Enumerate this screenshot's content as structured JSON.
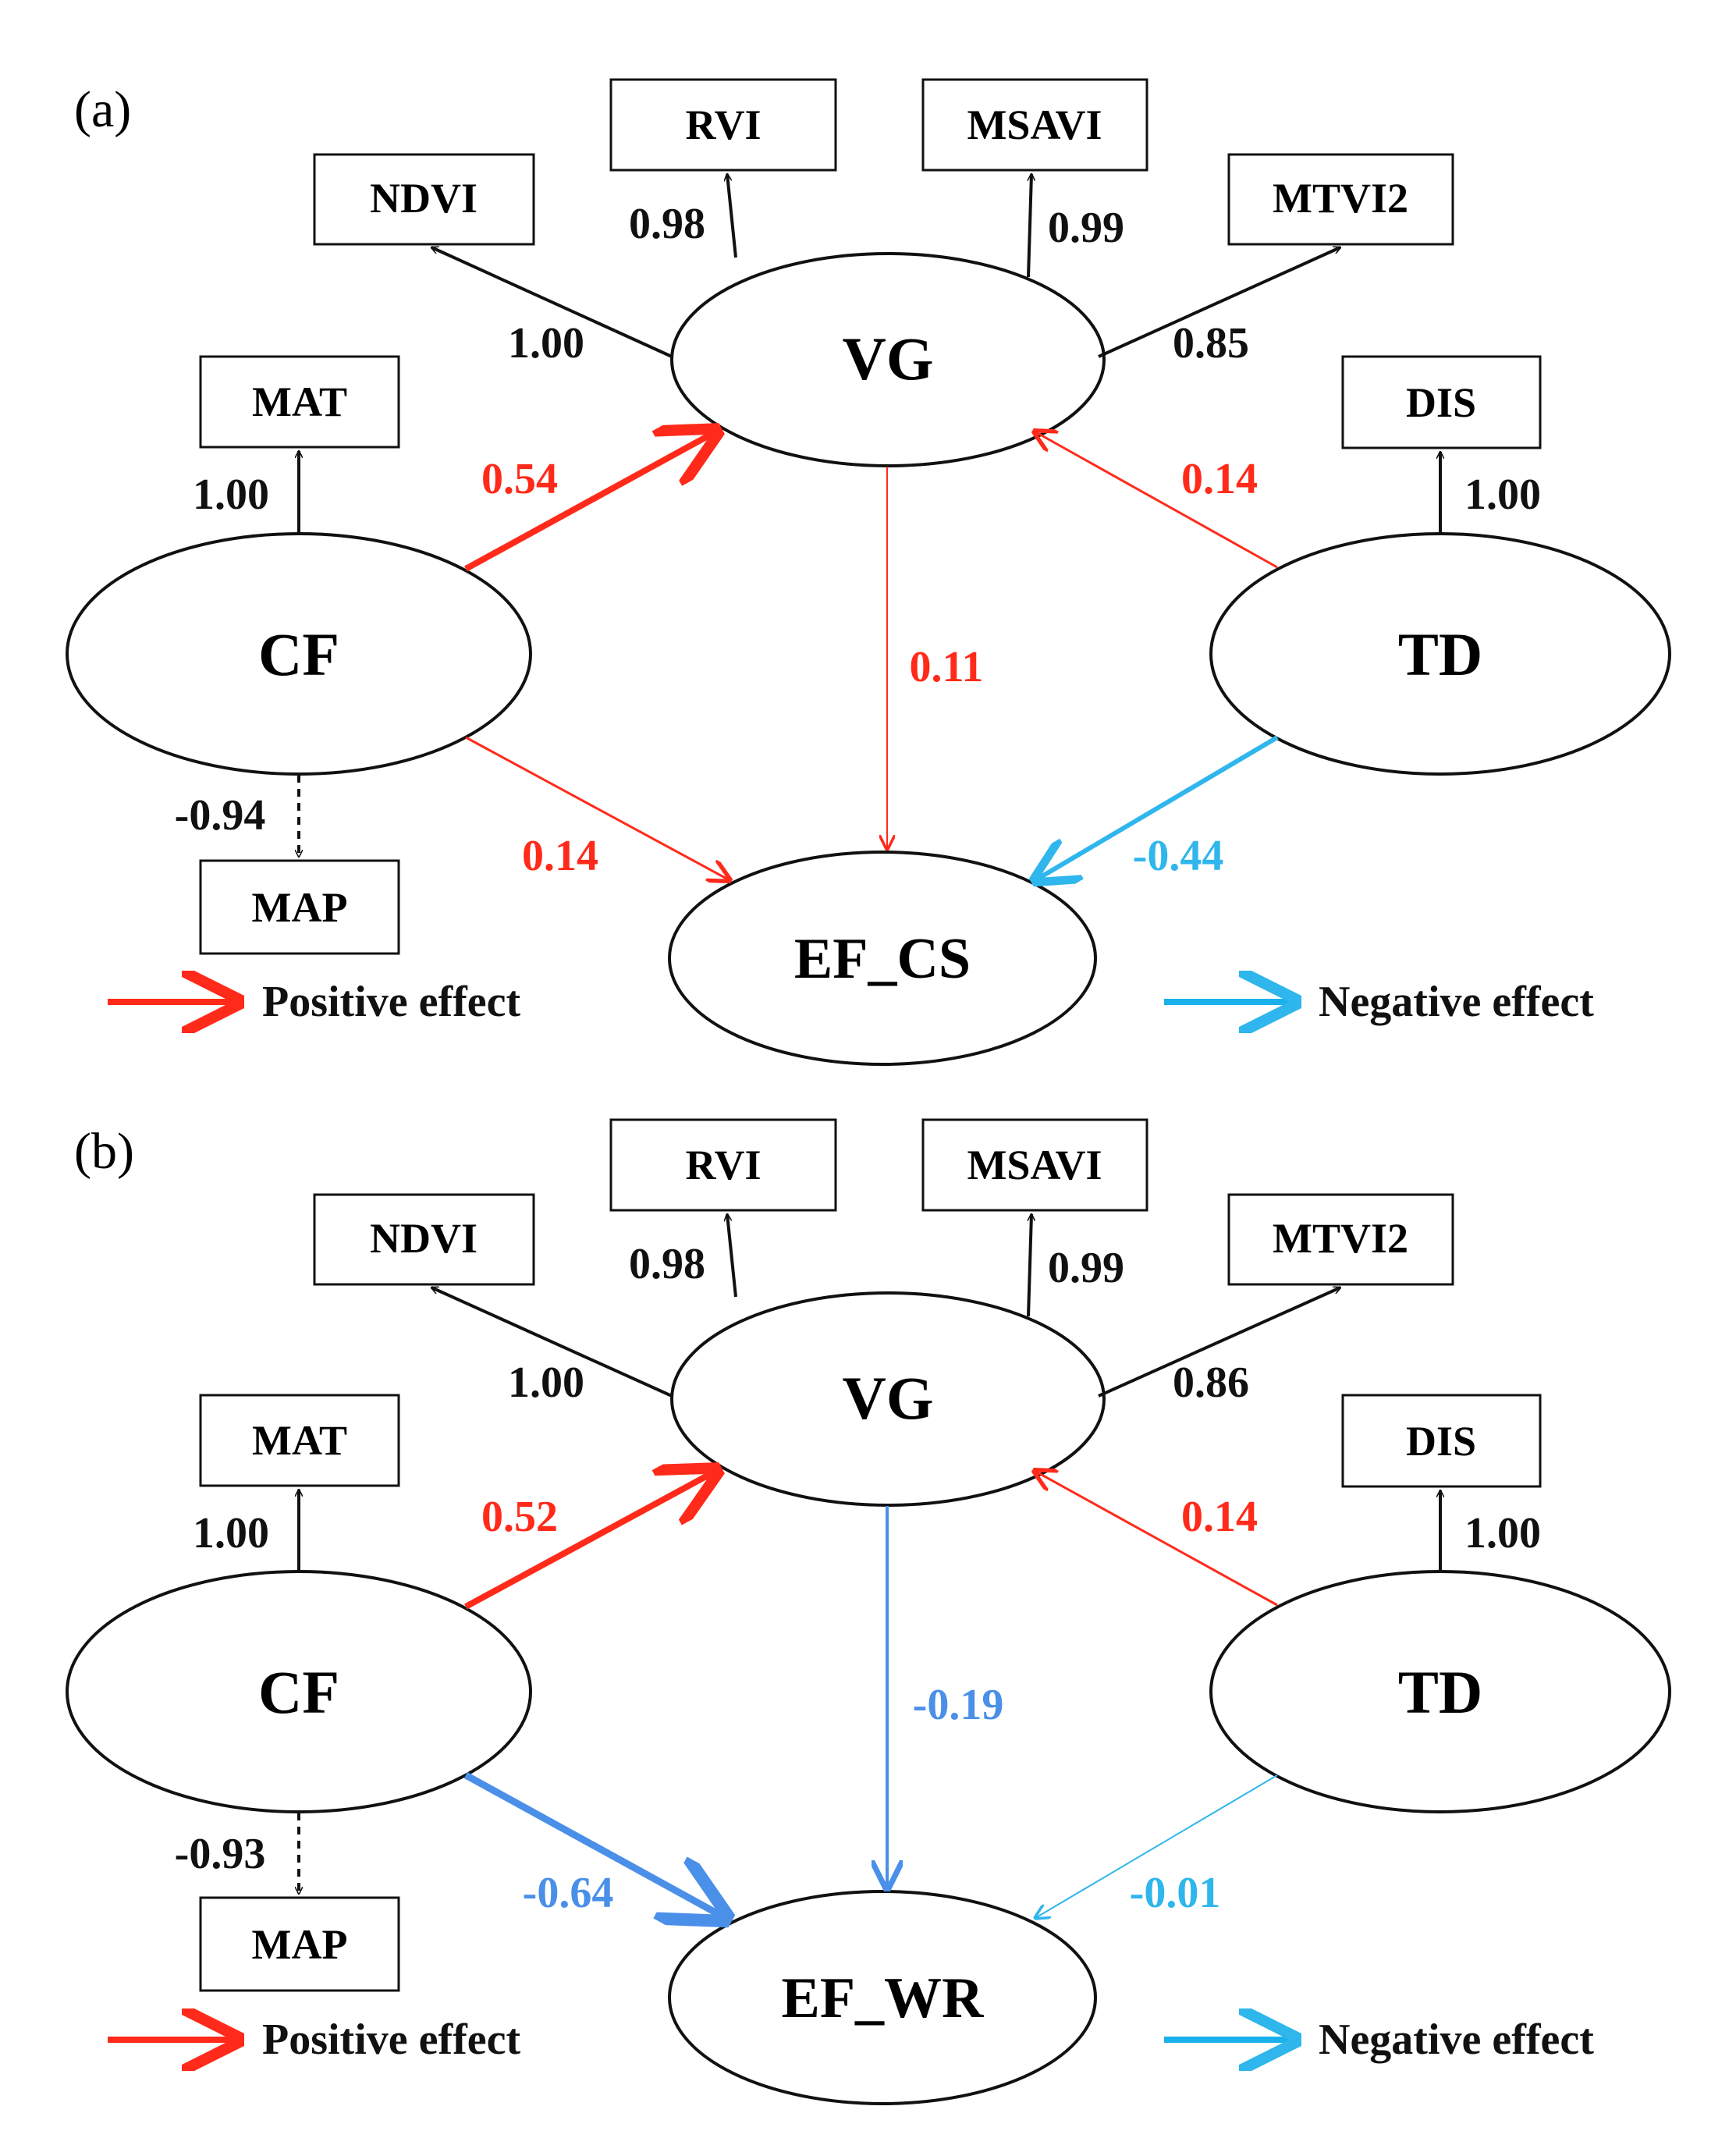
{
  "colors": {
    "black": "#111111",
    "positive": "#ff2a1a",
    "negative_legend": "#1ab0ec",
    "negative": "#4a8fe8",
    "negative_light": "#2fb6ec",
    "background": "#ffffff"
  },
  "panels": [
    {
      "id": "a",
      "label": "(a)",
      "latent": {
        "VG": "VG",
        "CF": "CF",
        "TD": "TD",
        "EF": "EF_CS"
      },
      "indicators": {
        "NDVI": "NDVI",
        "RVI": "RVI",
        "MSAVI": "MSAVI",
        "MTVI2": "MTVI2",
        "MAT": "MAT",
        "MAP": "MAP",
        "DIS": "DIS"
      },
      "loadings": {
        "ndvi": "1.00",
        "rvi": "0.98",
        "msavi": "0.99",
        "mtvi2": "0.85",
        "mat": "1.00",
        "map": "-0.94",
        "dis": "1.00"
      },
      "paths": [
        {
          "from": "CF",
          "to": "VG",
          "coef": "0.54",
          "sign": "positive"
        },
        {
          "from": "TD",
          "to": "VG",
          "coef": "0.14",
          "sign": "positive"
        },
        {
          "from": "VG",
          "to": "EF",
          "coef": "0.11",
          "sign": "positive"
        },
        {
          "from": "CF",
          "to": "EF",
          "coef": "0.14",
          "sign": "positive"
        },
        {
          "from": "TD",
          "to": "EF",
          "coef": "-0.44",
          "sign": "negative"
        }
      ],
      "legend": {
        "positive": "Positive effect",
        "negative": "Negative effect"
      }
    },
    {
      "id": "b",
      "label": "(b)",
      "latent": {
        "VG": "VG",
        "CF": "CF",
        "TD": "TD",
        "EF": "EF_WR"
      },
      "indicators": {
        "NDVI": "NDVI",
        "RVI": "RVI",
        "MSAVI": "MSAVI",
        "MTVI2": "MTVI2",
        "MAT": "MAT",
        "MAP": "MAP",
        "DIS": "DIS"
      },
      "loadings": {
        "ndvi": "1.00",
        "rvi": "0.98",
        "msavi": "0.99",
        "mtvi2": "0.86",
        "mat": "1.00",
        "map": "-0.93",
        "dis": "1.00"
      },
      "paths": [
        {
          "from": "CF",
          "to": "VG",
          "coef": "0.52",
          "sign": "positive"
        },
        {
          "from": "TD",
          "to": "VG",
          "coef": "0.14",
          "sign": "positive"
        },
        {
          "from": "VG",
          "to": "EF",
          "coef": "-0.19",
          "sign": "negative"
        },
        {
          "from": "CF",
          "to": "EF",
          "coef": "-0.64",
          "sign": "negative"
        },
        {
          "from": "TD",
          "to": "EF",
          "coef": "-0.01",
          "sign": "negative"
        }
      ],
      "legend": {
        "positive": "Positive effect",
        "negative": "Negative effect"
      }
    }
  ]
}
